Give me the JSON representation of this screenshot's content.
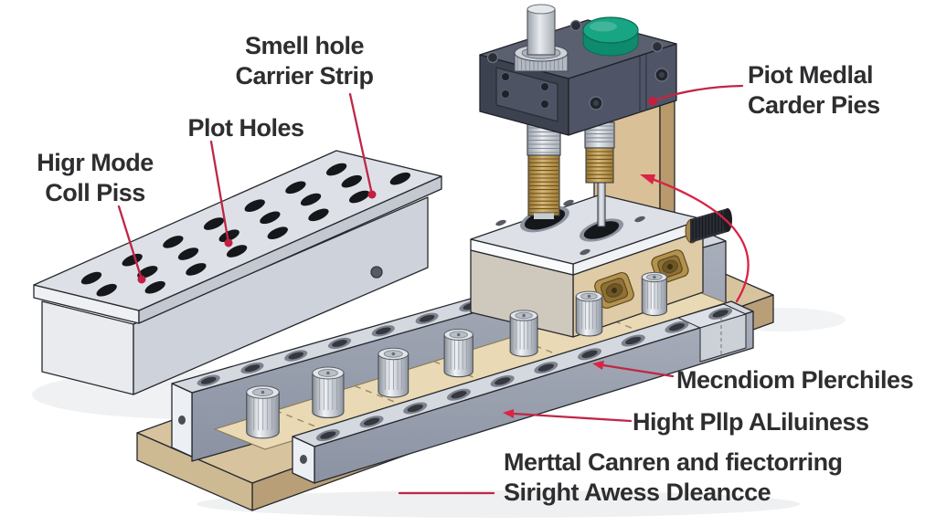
{
  "figure": {
    "type": "technical-illustration",
    "subject": "progressive-die-stamping-tool",
    "background": "#ffffff",
    "palette": {
      "ink": "#2e2e31",
      "outline": "#26282d",
      "red_line": "#bf2746",
      "red_arrow": "#d92445",
      "red_dot": "#c21f41",
      "steel_plate_top": "#dde1e7",
      "steel_plate_front": "#c3c8d1",
      "steel_box_front": "#ced3db",
      "steel_box_left": "#e9ebef",
      "rail_band": "#d4d8df",
      "rail_cap": "#eceff3",
      "tan_base_top": "#d7c49e",
      "tan_base_front": "#b89f78",
      "tan_base_side": "#cdb992",
      "tan_strip": "#e9d9b4",
      "tan_column": "#d9c096",
      "tan_column_side": "#b89a6c",
      "slate_top": "#5a6070",
      "slate_front": "#4f5567",
      "slate_left": "#3d4250",
      "die_top": "#dde0e7",
      "die_front": "#dfcca6",
      "die_left": "#cfc8bd",
      "green_button": "#18a584",
      "green_button_side": "#0e8a6d",
      "brass": "#b3924f",
      "hole_dark": "#15171b"
    },
    "labels": {
      "carrier_strip": {
        "line1": "Smell hole",
        "line2": "Carrier Strip"
      },
      "pilot_holes": {
        "line1": "Plot Holes"
      },
      "punch_plate": {
        "line1": "Higr Mode",
        "line2": "Coll Piss"
      },
      "pilot_pins": {
        "line1": "Piot Medlal",
        "line2": "Carder Pies"
      },
      "medium_punches": {
        "line1": "Mecndiom Plerchiles"
      },
      "alignment": {
        "line1": "Hight Pllp ALiluiness"
      },
      "base_note": {
        "line1": "Merttal Canren and fiectorring",
        "line2": "Siright Awess Dleancce"
      }
    }
  }
}
